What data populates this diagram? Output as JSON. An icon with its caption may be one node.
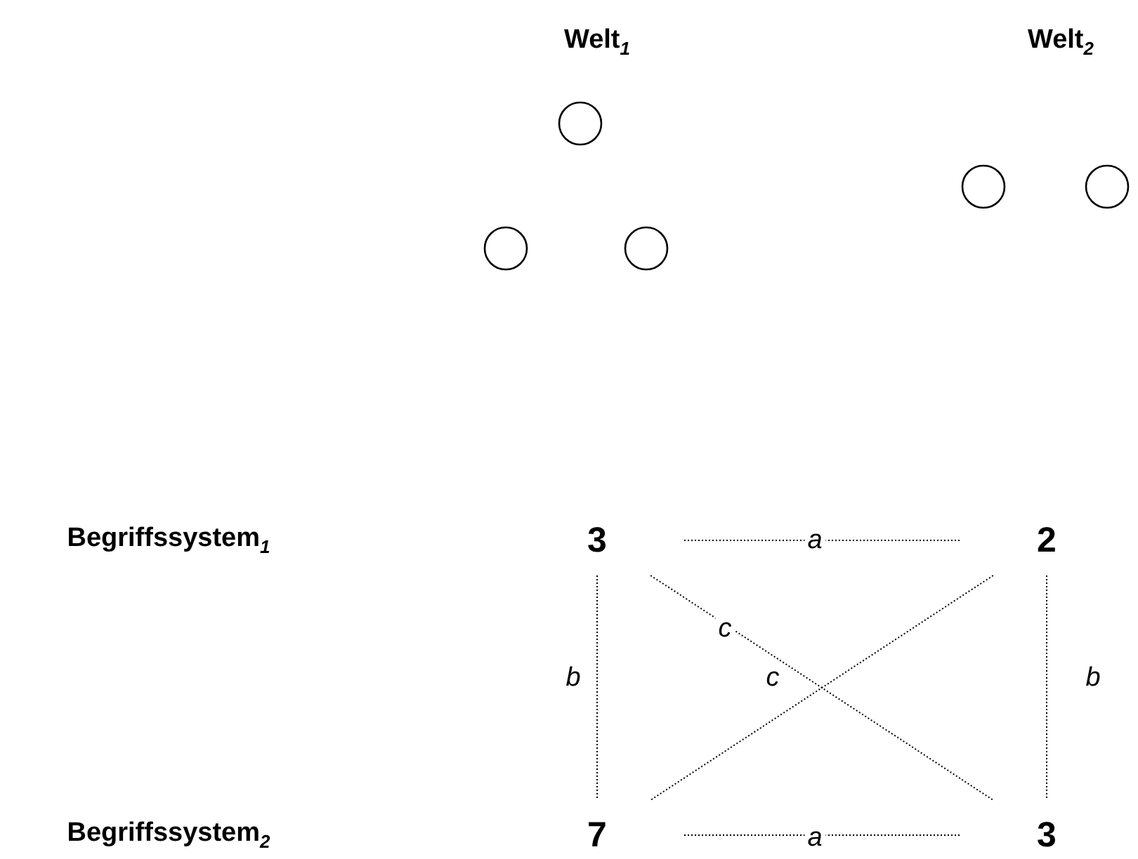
{
  "diagram": {
    "nodes": [
      {
        "text": [],
        "shape": "circle"
      },
      {
        "text": [],
        "shape": "circle"
      },
      {
        "text": [],
        "shape": "circle"
      },
      {
        "text": [],
        "shape": "circle"
      },
      {
        "text": [],
        "shape": "circle"
      },
      {
        "text": [
          "3"
        ]
      },
      {
        "text": [
          "2"
        ]
      },
      {
        "text": [
          "7"
        ]
      },
      {
        "text": [
          "3"
        ]
      }
    ],
    "edges": [
      {
        "from": 5,
        "to": 6,
        "arrow": "none",
        "label": "a"
      },
      {
        "from": 5,
        "to": 8,
        "arrow": "none",
        "label": "c"
      },
      {
        "from": 6,
        "to": 7,
        "arrow": "none",
        "label": "c"
      },
      {
        "from": 5,
        "to": 7,
        "arrow": "none",
        "label": "b"
      },
      {
        "from": 6,
        "to": 8,
        "arrow": "none",
        "label": "b"
      },
      {
        "from": 7,
        "to": 8,
        "arrow": "none",
        "label": "a"
      }
    ],
    "labels": [
      "Welt$_{1}$",
      "Welt$_{2}$",
      "Begriffssystem$_{1}$",
      "Begriffssystem$_{2}$"
    ]
  }
}
